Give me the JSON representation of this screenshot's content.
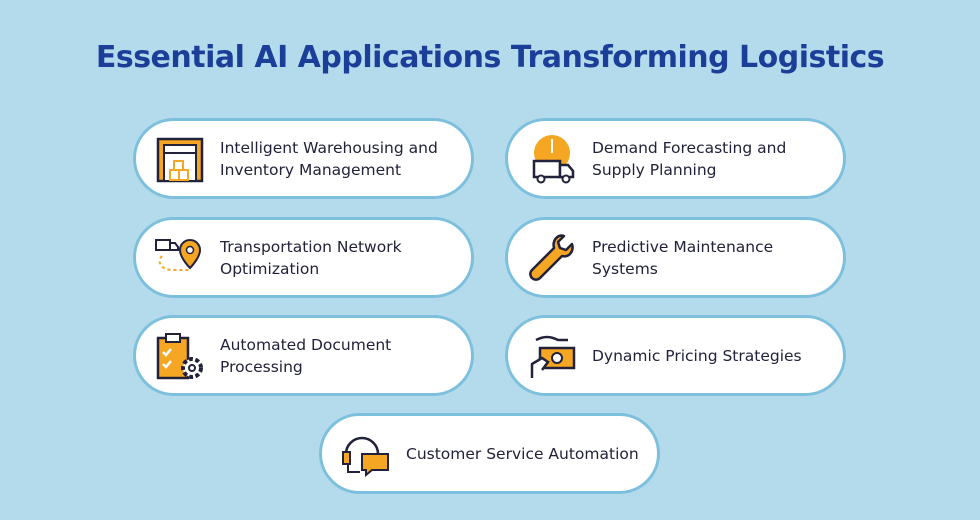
{
  "title": "Essential AI Applications Transforming Logistics",
  "items": [
    {
      "label": "Intelligent Warehousing and Inventory Management",
      "icon": "warehouse-icon"
    },
    {
      "label": "Demand Forecasting and Supply Planning",
      "icon": "delivery-truck-clock-icon"
    },
    {
      "label": "Transportation Network Optimization",
      "icon": "truck-route-pin-icon"
    },
    {
      "label": "Predictive Maintenance Systems",
      "icon": "wrench-icon"
    },
    {
      "label": "Automated Document Processing",
      "icon": "clipboard-gear-icon"
    },
    {
      "label": "Dynamic Pricing Strategies",
      "icon": "hand-money-icon"
    },
    {
      "label": "Customer Service Automation",
      "icon": "headset-chat-icon"
    }
  ],
  "colors": {
    "accent": "#f5a623",
    "title": "#1b3f99",
    "background": "#b4dbeb"
  }
}
